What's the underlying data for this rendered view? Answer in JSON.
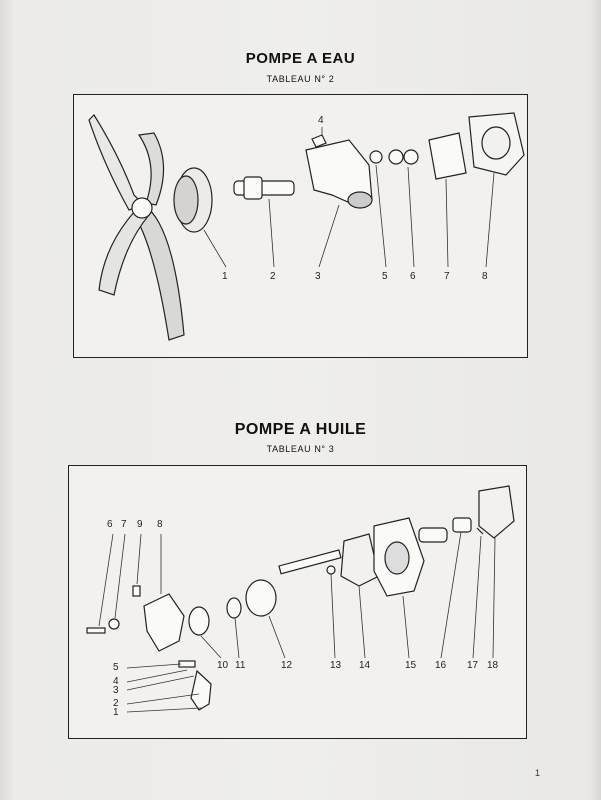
{
  "section1": {
    "title": "POMPE A EAU",
    "subtitle": "TABLEAU N° 2",
    "labels": [
      "1",
      "2",
      "3",
      "4",
      "5",
      "6",
      "7",
      "8"
    ]
  },
  "section2": {
    "title": "POMPE A HUILE",
    "subtitle": "TABLEAU N° 3",
    "labels_top": [
      "6",
      "7",
      "9",
      "8"
    ],
    "labels_bottom": [
      "10",
      "11",
      "12",
      "13",
      "14",
      "15",
      "16",
      "17",
      "18"
    ],
    "labels_left": [
      "5",
      "4",
      "3",
      "2",
      "1"
    ]
  },
  "page_number": "1"
}
